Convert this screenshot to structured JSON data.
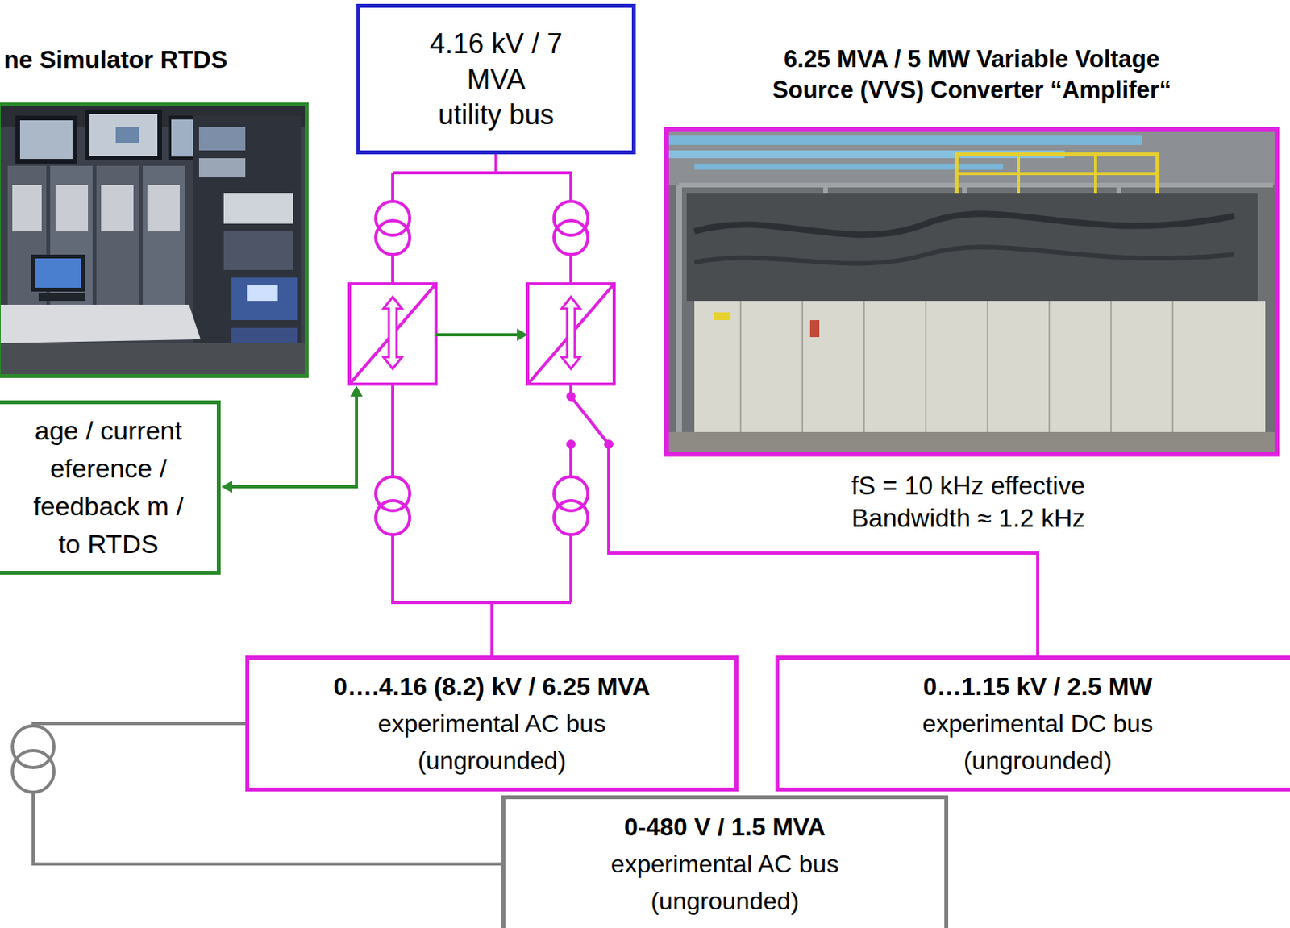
{
  "diagram": {
    "nodes": [
      {
        "text": [
          "ne Simulator RTDS"
        ]
      },
      {
        "text": [
          "age / current eference / feedback m / to RTDS"
        ]
      },
      {
        "text": [
          "4.16 kV / 7 MVA",
          "utility bus"
        ]
      },
      {
        "text": [
          "6.25 MVA / 5 MW Variable Voltage Source (VVS) Converter “Amplifer“"
        ]
      },
      {
        "text": [
          "0….4.16 (8.2) kV / 6.25 MVA",
          "experimental AC bus (ungrounded)"
        ]
      },
      {
        "text": [
          "0…1.15 kV / 2.5 MW",
          "experimental DC bus (ungrounded)"
        ]
      },
      {
        "text": [
          "0-480 V / 1.5 MVA",
          "experimental AC bus (ungrounded)"
        ]
      }
    ],
    "edges": [
      {
        "from": 2,
        "to": 4,
        "arrow": "none"
      },
      {
        "from": 2,
        "to": 5,
        "arrow": "none"
      },
      {
        "from": 4,
        "to": 6,
        "arrow": "none"
      }
    ],
    "labels": [
      "fS = 10 kHz effective",
      "Bandwidth ≈ 1.2 kHz"
    ]
  }
}
